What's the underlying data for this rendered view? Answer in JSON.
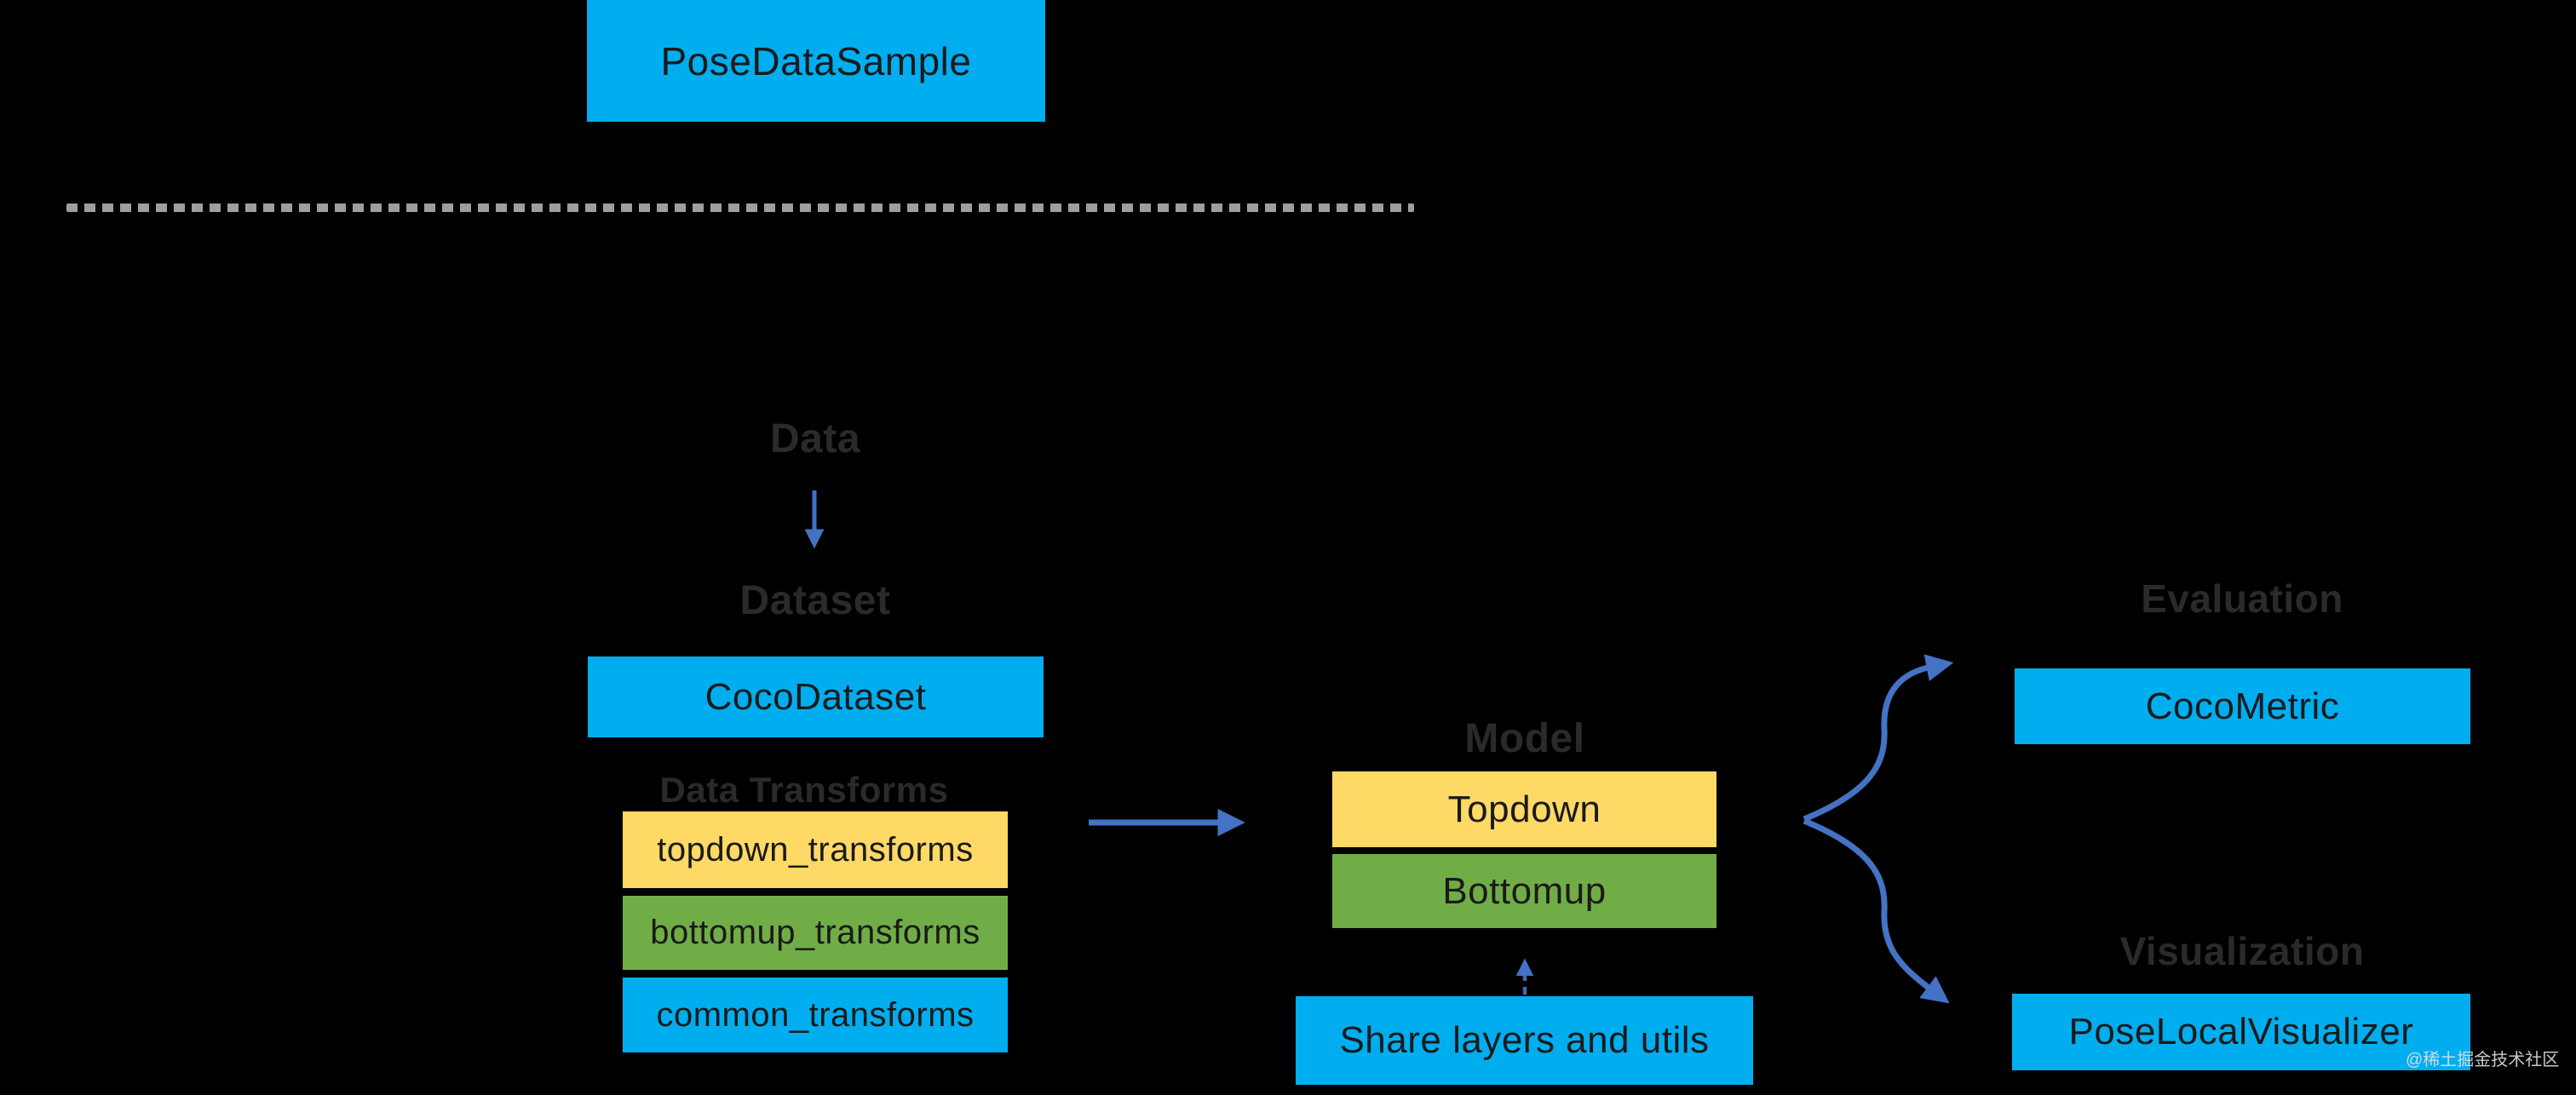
{
  "colors": {
    "background": "#000000",
    "box_blue": "#00AEEF",
    "box_yellow": "#FFD966",
    "box_green": "#70AD47",
    "arrow_blue": "#4472C4",
    "section_label_gray": "#2a2a2a",
    "dashed_line_gray": "#9e9e9e",
    "box_text": "#1a1a1a"
  },
  "diagram": {
    "pose_data_sample": "PoseDataSample",
    "data": {
      "section_label": "Data",
      "dataset_label": "Dataset",
      "dataset_box": "CocoDataset",
      "transforms_label": "Data Transforms",
      "transforms": [
        "topdown_transforms",
        "bottomup_transforms",
        "common_transforms"
      ]
    },
    "model": {
      "section_label": "Model",
      "variants": [
        "Topdown",
        "Bottomup"
      ],
      "share_box": "Share layers and utils"
    },
    "evaluation": {
      "section_label": "Evaluation",
      "metric_box": "CocoMetric"
    },
    "visualization": {
      "section_label": "Visualization",
      "visualizer_box": "PoseLocalVisualizer"
    },
    "watermark": "@稀土掘金技术社区"
  }
}
